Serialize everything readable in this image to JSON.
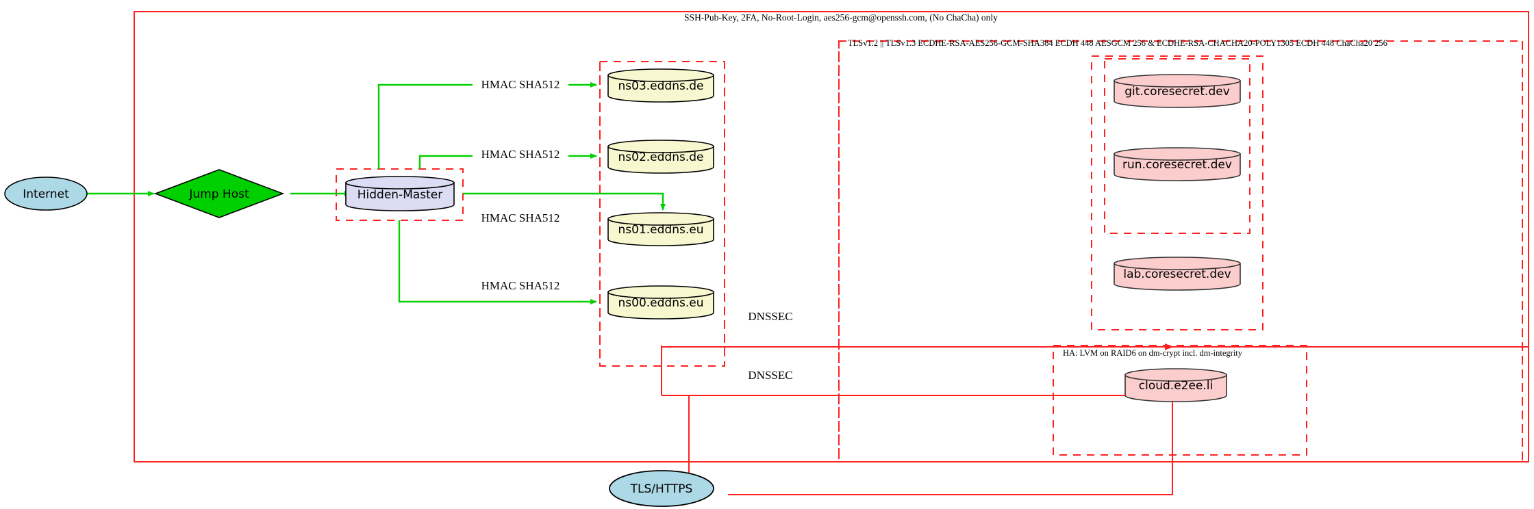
{
  "diagram": {
    "title_label": "SSH-Pub-Key, 2FA, No-Root-Login, aes256-gcm@openssh.com, (No ChaCha) only",
    "clusters": {
      "tls": "TLSv1.2 || TLSv1.3 ECDHE-RSA-AES256-GCM-SHA384 ECDH 448 AESGCM 256 & ECDHE-RSA-CHACHA20-POLY1305 ECDH 448 ChaCha20 256",
      "ha": "HA: LVM on RAID6 on dm-crypt incl. dm-integrity"
    },
    "nodes": {
      "internet": "Internet",
      "jump_host": "Jump Host",
      "hidden_master": "Hidden-Master",
      "ns03": "ns03.eddns.de",
      "ns02": "ns02.eddns.de",
      "ns01": "ns01.eddns.eu",
      "ns00": "ns00.eddns.eu",
      "git": "git.coresecret.dev",
      "run": "run.coresecret.dev",
      "lab": "lab.coresecret.dev",
      "cloud": "cloud.e2ee.li",
      "tls_https": "TLS/HTTPS"
    },
    "edges": {
      "hmac_ns03": "HMAC SHA512",
      "hmac_ns02": "HMAC SHA512",
      "hmac_ns01": "HMAC SHA512",
      "hmac_ns00": "HMAC SHA512",
      "dnssec_upper": "DNSSEC",
      "dnssec_lower": "DNSSEC"
    },
    "colors": {
      "boundary_red": "#ff2020",
      "edge_green": "#00d000",
      "node_internet_fill": "#add8e6",
      "node_jump_fill": "#00d000",
      "node_master_fill": "#dcdcf5",
      "node_dns_fill": "#f7f7d0",
      "node_secret_fill": "#fbcdcd",
      "stroke_black": "#000000"
    }
  }
}
